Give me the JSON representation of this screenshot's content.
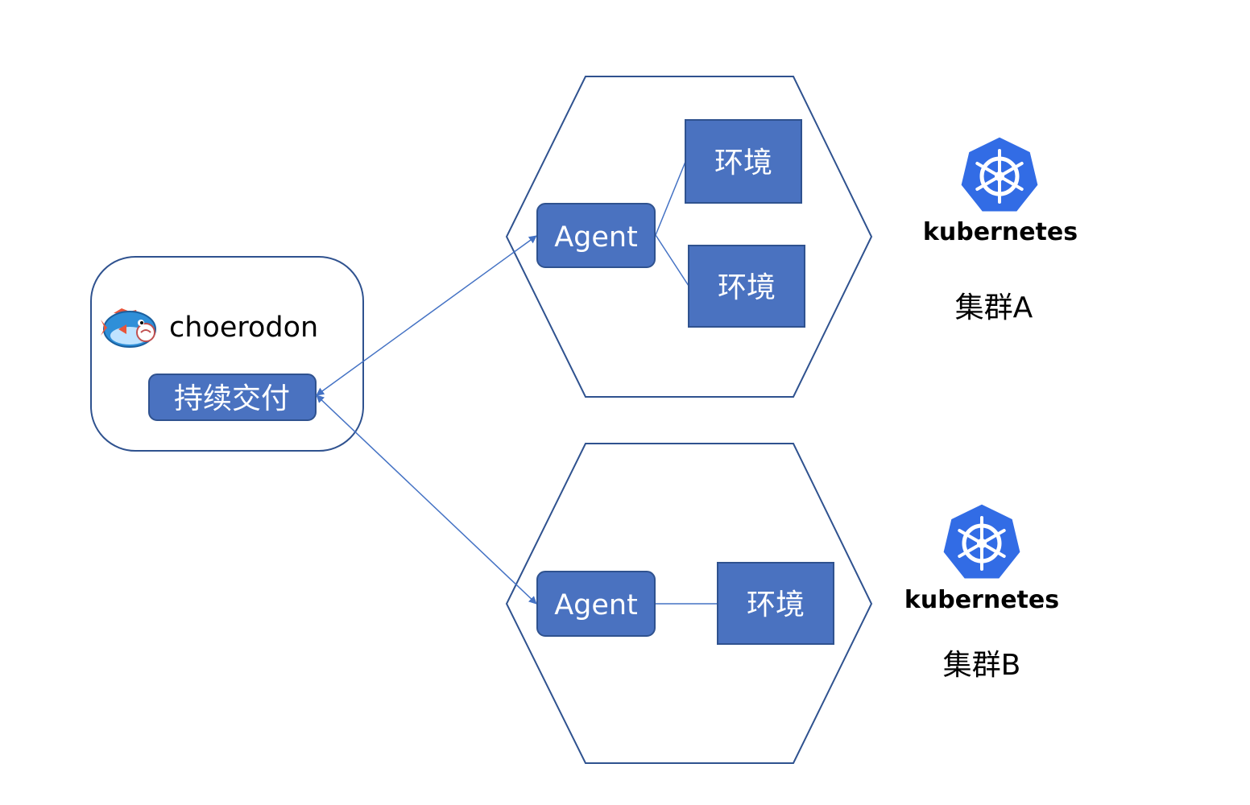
{
  "choerodon": {
    "brand": "choerodon",
    "feature_label": "持续交付",
    "logo_icon": "fish-icon"
  },
  "clusters": [
    {
      "name": "集群A",
      "agent_label": "Agent",
      "environments": [
        "环境",
        "环境"
      ],
      "platform": "kubernetes",
      "platform_icon": "helm-wheel-icon"
    },
    {
      "name": "集群B",
      "agent_label": "Agent",
      "environments": [
        "环境"
      ],
      "platform": "kubernetes",
      "platform_icon": "helm-wheel-icon"
    }
  ],
  "colors": {
    "box_fill": "#4a72c0",
    "box_stroke": "#2f528f",
    "line": "#4472c4",
    "hexagon_stroke": "#2f528f",
    "container_stroke": "#2f528f",
    "k8s_blue": "#326ce5"
  }
}
